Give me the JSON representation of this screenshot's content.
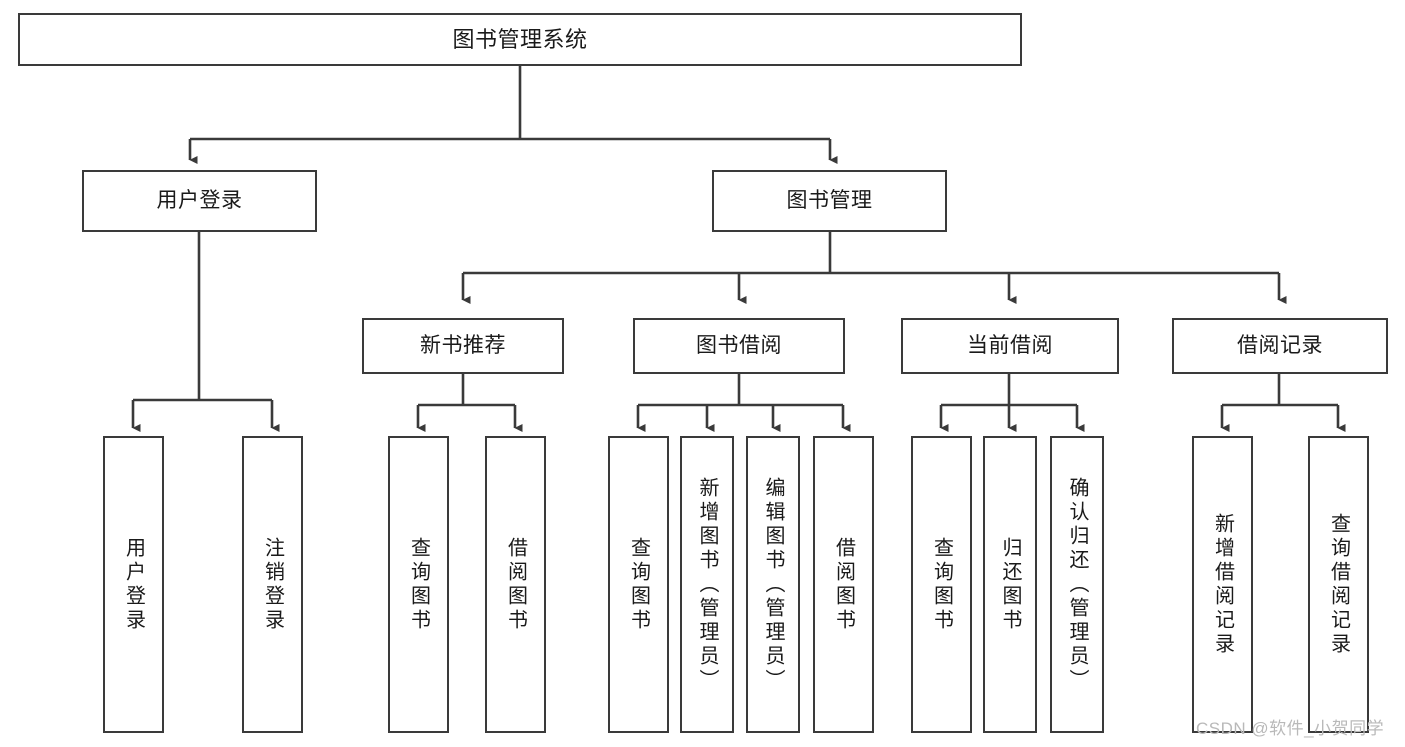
{
  "diagram": {
    "title": "图书管理系统",
    "type": "tree",
    "stroke_color": "#3a3a3a",
    "fill_color": "#ffffff",
    "text_color": "#1a1a1a"
  },
  "nodes": {
    "root": {
      "label": "图书管理系统"
    },
    "level2": [
      {
        "label": "用户登录"
      },
      {
        "label": "图书管理"
      }
    ],
    "level3": [
      {
        "label": "新书推荐"
      },
      {
        "label": "图书借阅"
      },
      {
        "label": "当前借阅"
      },
      {
        "label": "借阅记录"
      }
    ],
    "leaves": {
      "user_login": [
        {
          "label": "用户登录"
        },
        {
          "label": "注销登录"
        }
      ],
      "new_book_recommend": [
        {
          "label": "查询图书"
        },
        {
          "label": "借阅图书"
        }
      ],
      "book_borrow": [
        {
          "label": "查询图书"
        },
        {
          "label": "新增图书（管理员）"
        },
        {
          "label": "编辑图书（管理员）"
        },
        {
          "label": "借阅图书"
        }
      ],
      "current_borrow": [
        {
          "label": "查询图书"
        },
        {
          "label": "归还图书"
        },
        {
          "label": "确认归还（管理员）"
        }
      ],
      "borrow_record": [
        {
          "label": "新增借阅记录"
        },
        {
          "label": "查询借阅记录"
        }
      ]
    }
  },
  "watermark": {
    "text": "CSDN @软件_小贺同学"
  }
}
